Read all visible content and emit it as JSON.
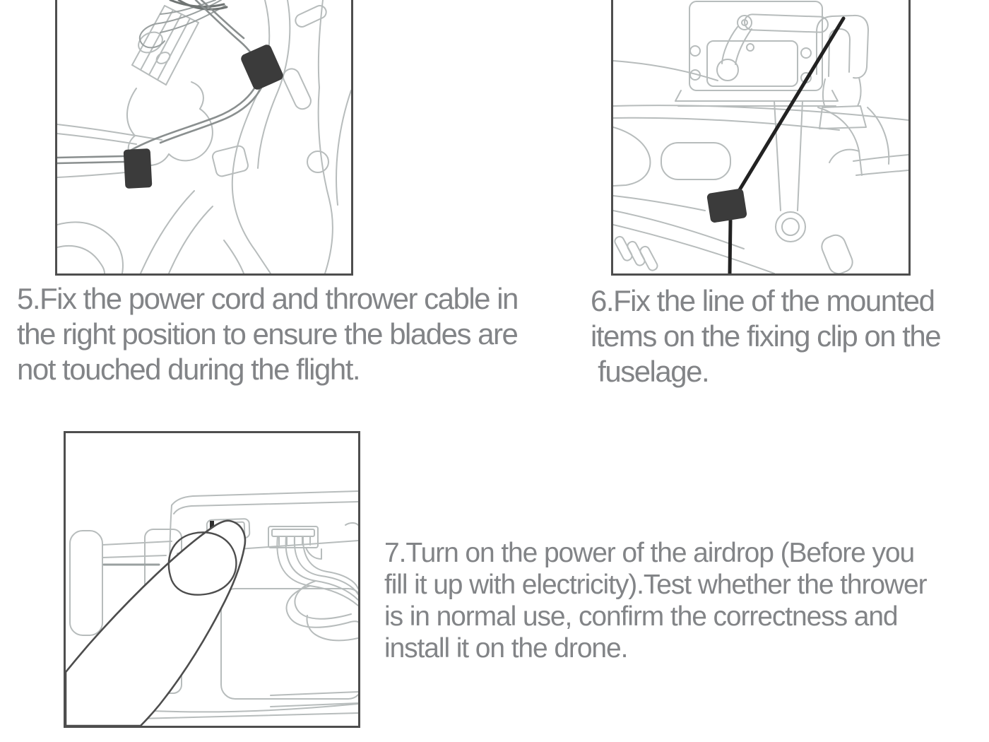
{
  "palette": {
    "page_bg": "#ffffff",
    "caption_text": "#828487",
    "panel_border": "#4e4e4e",
    "line_art": "#b7bcbc",
    "line_art_medium": "#9aa0a0",
    "cable": "#8a8f8f",
    "hardware_dark": "#3b3b3b",
    "finger_outline": "#4d4d4d",
    "fixing_line": "#222222"
  },
  "steps": [
    {
      "number": "5",
      "text": "5.Fix the power cord and thrower cable in the right position to ensure the blades are not touched during the flight.",
      "lines": [
        "5.Fix the power cord and thrower cable in",
        "the right position to ensure the blades are",
        "not touched during the flight."
      ]
    },
    {
      "number": "6",
      "text": "6.Fix the line of the mounted items on the fixing clip on the fuselage.",
      "lines": [
        "6.Fix the line of the mounted",
        "items on the fixing clip on the",
        " fuselage."
      ]
    },
    {
      "number": "7",
      "text": "7.Turn on the power of the airdrop (Before you fill it up with electricity).Test whether the thrower is in normal use, confirm the correctness and install it on the drone.",
      "lines": [
        "7.Turn on the power of the airdrop (Before you",
        "fill it up with electricity).Test whether the thrower",
        "is in normal use, confirm the correctness and",
        "install it on the drone."
      ]
    }
  ],
  "figures": [
    {
      "name": "figure-cable-fixing",
      "label": "Drone arm line drawing with power cord and thrower cable held by two dark fixing clips"
    },
    {
      "name": "figure-line-on-fuselage-clip",
      "label": "Fuselage line drawing with servo release mechanism and mounted-item line routed through a dark fixing clip"
    },
    {
      "name": "figure-power-switch",
      "label": "Finger pressing the power switch of the airdrop thrower next to its wire connector"
    }
  ]
}
